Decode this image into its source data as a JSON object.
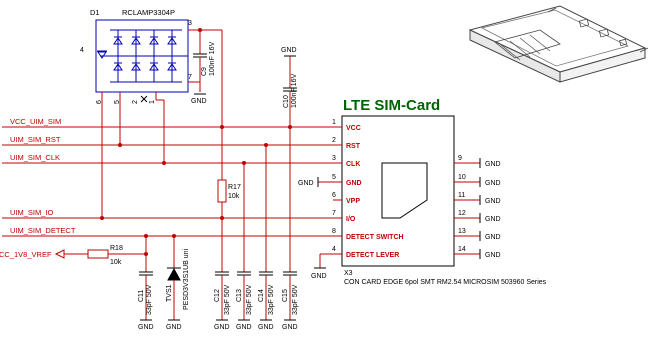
{
  "diode": {
    "refdes": "D1",
    "part": "RCLAMP3304P",
    "pins": [
      "3",
      "4",
      "7",
      "6",
      "5",
      "2",
      "1"
    ]
  },
  "caps": [
    {
      "ref": "C9",
      "value": "100nF 16V"
    },
    {
      "ref": "C10",
      "value": "100nF 16V"
    },
    {
      "ref": "C11",
      "value": "33pF 50V"
    },
    {
      "ref": "C12",
      "value": "33pF 50V"
    },
    {
      "ref": "C13",
      "value": "33pF 50V"
    },
    {
      "ref": "C14",
      "value": "33pF 50V"
    },
    {
      "ref": "C15",
      "value": "33pF 50V"
    }
  ],
  "resistors": [
    {
      "ref": "R17",
      "value": "10k"
    },
    {
      "ref": "R18",
      "value": "10k"
    }
  ],
  "tvs": {
    "ref": "TVS1",
    "part": "PESD3V3S1UB uni"
  },
  "nets": {
    "vcc": "VCC_UIM_SIM",
    "rst": "UIM_SIM_RST",
    "clk": "UIM_SIM_CLK",
    "io": "UIM_SIM_IO",
    "detect": "UIM_SIM_DETECT",
    "vref": "VCC_1V8_VREF"
  },
  "gnd_label": "GND",
  "connector": {
    "title": "LTE SIM-Card",
    "ref": "X3",
    "description": "CON CARD EDGE 6pol SMT RM2.54 MICROSIM 503960 Series",
    "left_pins": [
      {
        "num": "1",
        "name": "VCC"
      },
      {
        "num": "2",
        "name": "RST"
      },
      {
        "num": "3",
        "name": "CLK"
      },
      {
        "num": "5",
        "name": "GND"
      },
      {
        "num": "6",
        "name": "VPP"
      },
      {
        "num": "7",
        "name": "I/O"
      },
      {
        "num": "8",
        "name": "DETECT SWITCH"
      },
      {
        "num": "4",
        "name": "DETECT LEVER"
      }
    ],
    "right_pins": [
      "9",
      "10",
      "11",
      "12",
      "13",
      "14"
    ]
  }
}
